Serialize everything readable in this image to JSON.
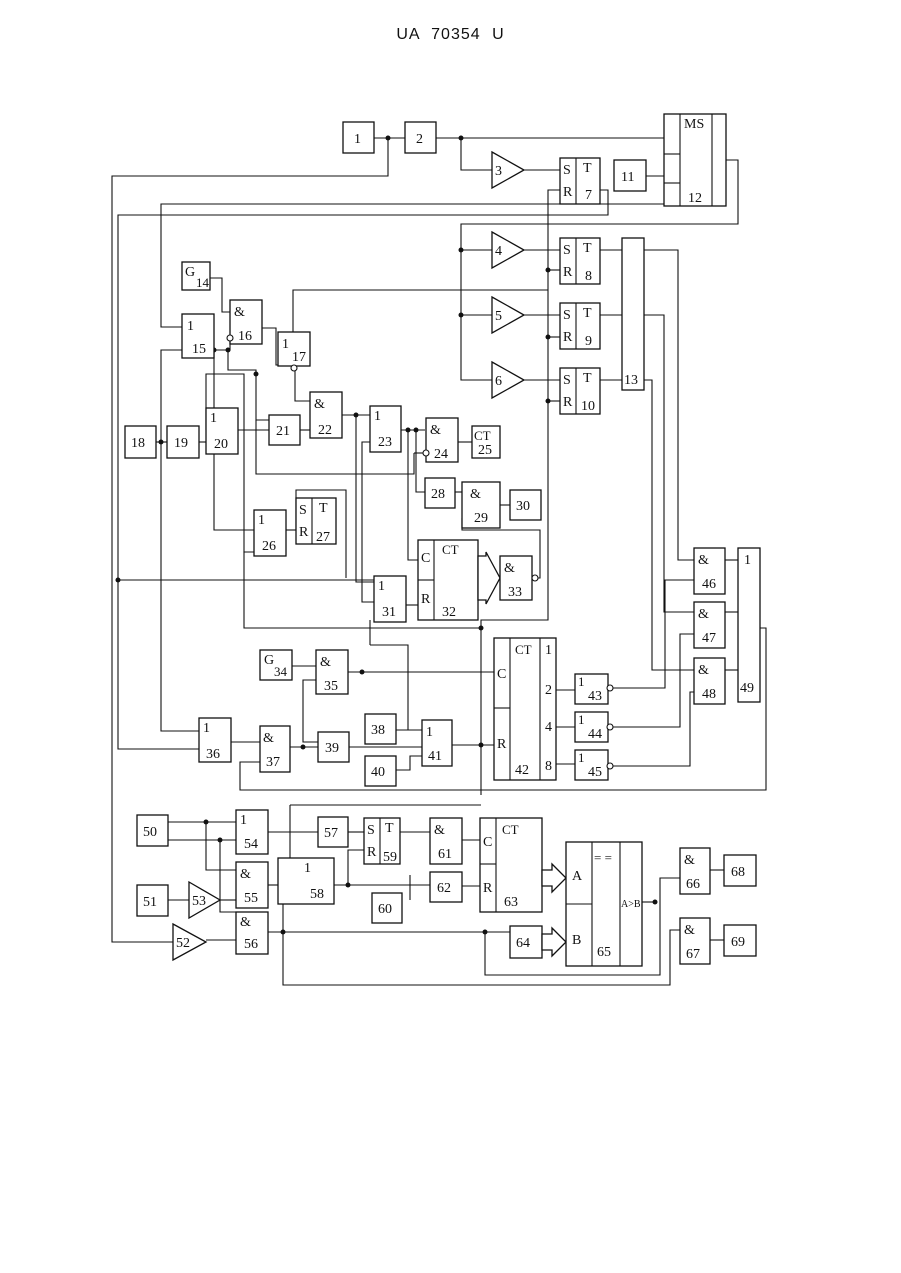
{
  "header": {
    "text": "UA   70354   U"
  },
  "blocks": {
    "b1": "1",
    "b2": "2",
    "b3": "3",
    "b4": "4",
    "b5": "5",
    "b6": "6",
    "b11": "11",
    "b12": "12",
    "b13": "13",
    "b14": "14",
    "b15": "15",
    "b16": "16",
    "b17": "17",
    "b18": "18",
    "b19": "19",
    "b20": "20",
    "b21": "21",
    "b22": "22",
    "b23": "23",
    "b24": "24",
    "b25": "25",
    "b26": "26",
    "b27": "27",
    "b28": "28",
    "b29": "29",
    "b30": "30",
    "b31": "31",
    "b32": "32",
    "b33": "33",
    "b34": "34",
    "b35": "35",
    "b36": "36",
    "b37": "37",
    "b38": "38",
    "b39": "39",
    "b40": "40",
    "b41": "41",
    "b42": "42",
    "b43": "43",
    "b44": "44",
    "b45": "45",
    "b46": "46",
    "b47": "47",
    "b48": "48",
    "b49": "49",
    "b50": "50",
    "b51": "51",
    "b52": "52",
    "b53": "53",
    "b54": "54",
    "b55": "55",
    "b56": "56",
    "b57": "57",
    "b58": "58",
    "b59": "59",
    "b60": "60",
    "b61": "61",
    "b62": "62",
    "b63": "63",
    "b64": "64",
    "b65": "65",
    "b66": "66",
    "b67": "67",
    "b68": "68",
    "b69": "69",
    "t7": "7",
    "t8": "8",
    "t9": "9",
    "t10": "10"
  },
  "symbols": {
    "and": "&",
    "or": "1",
    "gen": "G",
    "ct": "CT",
    "ms": "MS",
    "s": "S",
    "r": "R",
    "t": "T",
    "c": "C",
    "a": "A",
    "b": "B",
    "eq": "= =",
    "agtb": "A>B",
    "q1": "1",
    "q2": "2",
    "q4": "4",
    "q8": "8"
  }
}
